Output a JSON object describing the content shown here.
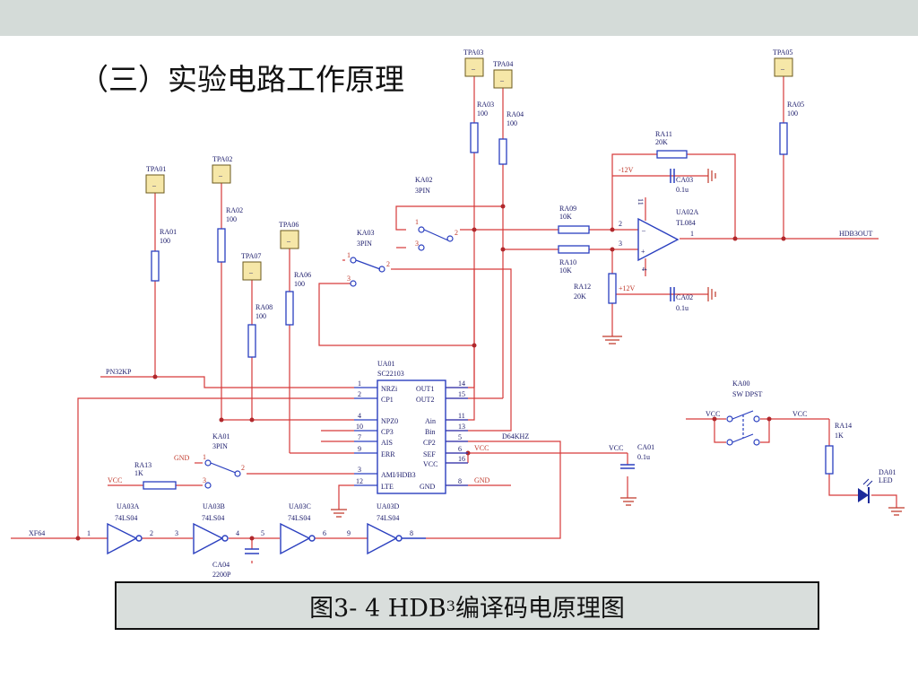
{
  "slide": {
    "title": "（三）实验电路工作原理",
    "caption_prefix": "图3- 4  HDB",
    "caption_subscript": "3",
    "caption_suffix": "编译码电原理图"
  },
  "colors": {
    "wire": "#d63a3a",
    "component": "#2a3fbf",
    "label": "#1a1a6a",
    "testpoint_fill": "#f6e7a8",
    "background": "#ffffff",
    "caption_bg": "#d9dedc"
  },
  "schematic": {
    "testpoints": [
      {
        "id": "tpa01",
        "label": "TPA01",
        "mark": "–"
      },
      {
        "id": "tpa02",
        "label": "TPA02",
        "mark": "–"
      },
      {
        "id": "tpa03",
        "label": "TPA03",
        "mark": "–"
      },
      {
        "id": "tpa04",
        "label": "TPA04",
        "mark": "–"
      },
      {
        "id": "tpa05",
        "label": "TPA05",
        "mark": "–"
      },
      {
        "id": "tpa06",
        "label": "TPA06",
        "mark": "–"
      },
      {
        "id": "tpa07",
        "label": "TPA07",
        "mark": "–"
      }
    ],
    "resistors": [
      {
        "id": "ra01",
        "name": "RA01",
        "value": "100"
      },
      {
        "id": "ra02",
        "name": "RA02",
        "value": "100"
      },
      {
        "id": "ra03",
        "name": "RA03",
        "value": "100"
      },
      {
        "id": "ra04",
        "name": "RA04",
        "value": "100"
      },
      {
        "id": "ra05",
        "name": "RA05",
        "value": "100"
      },
      {
        "id": "ra06",
        "name": "RA06",
        "value": "100"
      },
      {
        "id": "ra08",
        "name": "RA08",
        "value": "100"
      },
      {
        "id": "ra09",
        "name": "RA09",
        "value": "10K"
      },
      {
        "id": "ra10",
        "name": "RA10",
        "value": "10K"
      },
      {
        "id": "ra11",
        "name": "RA11",
        "value": "20K"
      },
      {
        "id": "ra12",
        "name": "RA12",
        "value": "20K"
      },
      {
        "id": "ra13",
        "name": "RA13",
        "value": "1K"
      },
      {
        "id": "ra14",
        "name": "RA14",
        "value": "1K"
      }
    ],
    "capacitors": [
      {
        "id": "ca01",
        "name": "CA01",
        "value": "0.1u"
      },
      {
        "id": "ca02",
        "name": "CA02",
        "value": "0.1u"
      },
      {
        "id": "ca03",
        "name": "CA03",
        "value": "0.1u"
      },
      {
        "id": "ca04",
        "name": "CA04",
        "value": "2200P"
      }
    ],
    "switches": [
      {
        "id": "ka01",
        "name": "KA01",
        "type": "3PIN"
      },
      {
        "id": "ka02",
        "name": "KA02",
        "type": "3PIN"
      },
      {
        "id": "ka03",
        "name": "KA03",
        "type": "3PIN"
      },
      {
        "id": "ka00",
        "name": "KA00",
        "type": "SW DPST"
      }
    ],
    "ic": {
      "name": "UA01",
      "part": "SC22103",
      "left_pins": [
        {
          "num": "1",
          "label": "NRZi"
        },
        {
          "num": "2",
          "label": "CP1"
        },
        {
          "num": "4",
          "label": "NPZ0"
        },
        {
          "num": "10",
          "label": "CP3"
        },
        {
          "num": "7",
          "label": "AIS"
        },
        {
          "num": "9",
          "label": "ERR"
        },
        {
          "num": "3",
          "label": "AMI/HDB3"
        },
        {
          "num": "12",
          "label": "LTE"
        }
      ],
      "right_pins": [
        {
          "num": "14",
          "label": "OUT1"
        },
        {
          "num": "15",
          "label": "OUT2"
        },
        {
          "num": "11",
          "label": "Ain"
        },
        {
          "num": "13",
          "label": "Bin"
        },
        {
          "num": "5",
          "label": "CP2"
        },
        {
          "num": "6",
          "label": "SEF"
        },
        {
          "num": "16",
          "label": "VCC"
        },
        {
          "num": "8",
          "label": "GND"
        }
      ]
    },
    "opamp": {
      "name": "UA02A",
      "part": "TL084",
      "pin_minus": "2",
      "pin_plus": "3",
      "pin_out": "1",
      "pin_vplus": "11",
      "pin_vminus": "4"
    },
    "inverters": [
      {
        "id": "ua03a",
        "name": "UA03A",
        "part": "74LS04",
        "pin_in": "1",
        "pin_out": "2"
      },
      {
        "id": "ua03b",
        "name": "UA03B",
        "part": "74LS04",
        "pin_in": "3",
        "pin_out": "4"
      },
      {
        "id": "ua03c",
        "name": "UA03C",
        "part": "74LS04",
        "pin_in": "5",
        "pin_out": "6"
      },
      {
        "id": "ua03d",
        "name": "UA03D",
        "part": "74LS04",
        "pin_in": "9",
        "pin_out": "8"
      }
    ],
    "led": {
      "name": "DA01",
      "type": "LED"
    },
    "nets": {
      "pn32kp": "PN32KP",
      "xf64": "XF64",
      "hdb3out": "HDB3OUT",
      "d64khz": "D64KHZ",
      "vcc": "VCC",
      "gnd": "GND",
      "neg12v": "-12V",
      "pos12v": "+12V"
    },
    "pin_marks": {
      "ka02": [
        "1",
        "3",
        "2"
      ],
      "ka03": [
        "1",
        "3",
        "2"
      ],
      "ka01": [
        "1",
        "3",
        "2"
      ]
    }
  }
}
